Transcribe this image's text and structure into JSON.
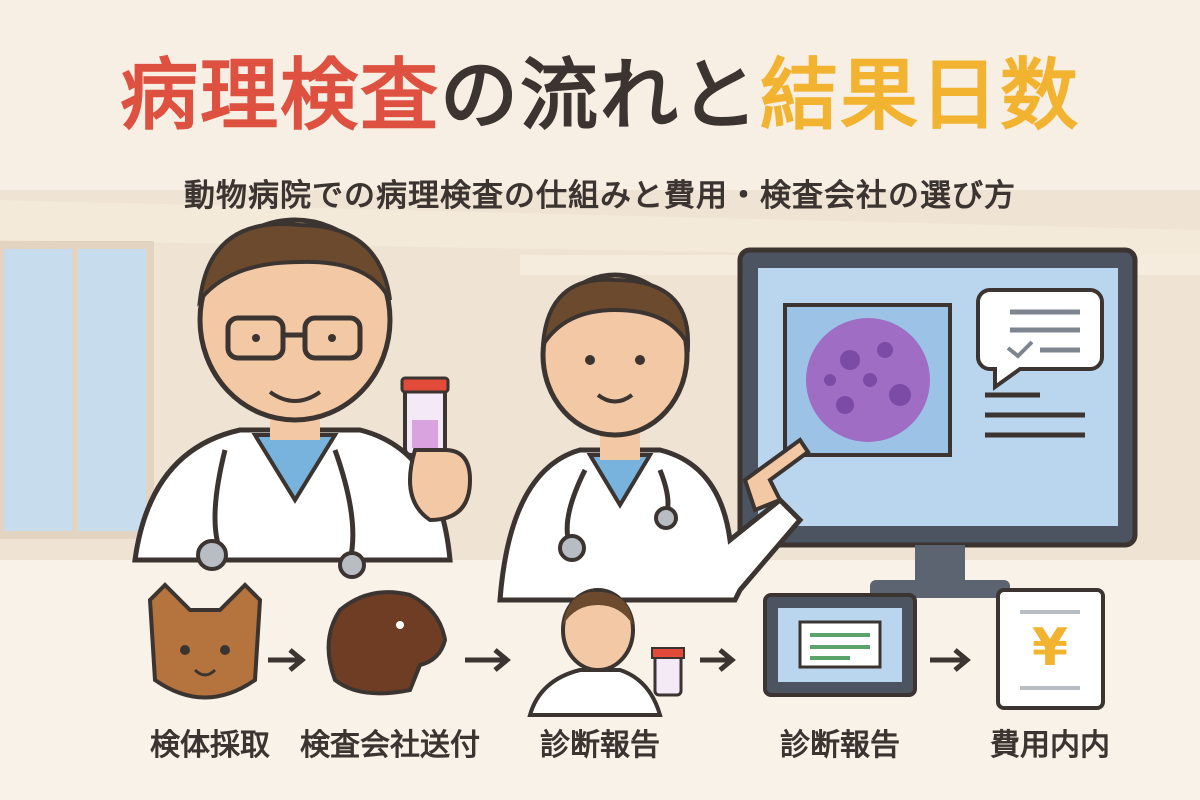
{
  "title": {
    "part1": "病理検査",
    "part2": "の流れと",
    "part3": "結果日数"
  },
  "subtitle": "動物病院での病理検査の仕組みと費用・検査会社の選び方",
  "steps": [
    {
      "label": "検体採取",
      "icon": "cat-face-icon"
    },
    {
      "label": "検査会社送付",
      "icon": "dog-head-icon"
    },
    {
      "label": "診断報告",
      "icon": "vet-with-sample-icon"
    },
    {
      "label": "診断報告",
      "icon": "monitor-report-icon"
    },
    {
      "label": "費用内内",
      "icon": "yen-invoice-icon"
    }
  ],
  "invoice_symbol": "¥",
  "colors": {
    "title_red": "#de5140",
    "title_dark": "#3b3431",
    "title_yellow": "#f2b331",
    "monitor_screen": "#b9d6ee",
    "cell_purple": "#a06dc4"
  }
}
